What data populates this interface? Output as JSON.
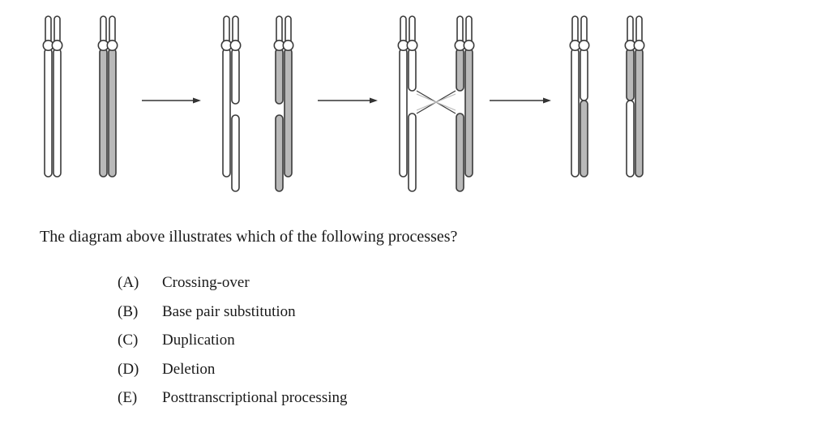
{
  "question": "The diagram above illustrates which of the following processes?",
  "options": [
    {
      "letter": "(A)",
      "text": "Crossing-over"
    },
    {
      "letter": "(B)",
      "text": "Base pair substitution"
    },
    {
      "letter": "(C)",
      "text": "Duplication"
    },
    {
      "letter": "(D)",
      "text": "Deletion"
    },
    {
      "letter": "(E)",
      "text": "Posttranscriptional processing"
    }
  ],
  "diagram": {
    "stages": [
      "homologous-pair",
      "chromatids-broken",
      "chromatids-crossed",
      "segments-exchanged"
    ],
    "colors": {
      "stroke": "#3a3a3a",
      "white_chromatid": "#ffffff",
      "gray_chromatid": "#b9b9b9",
      "arrow": "#333333"
    }
  }
}
